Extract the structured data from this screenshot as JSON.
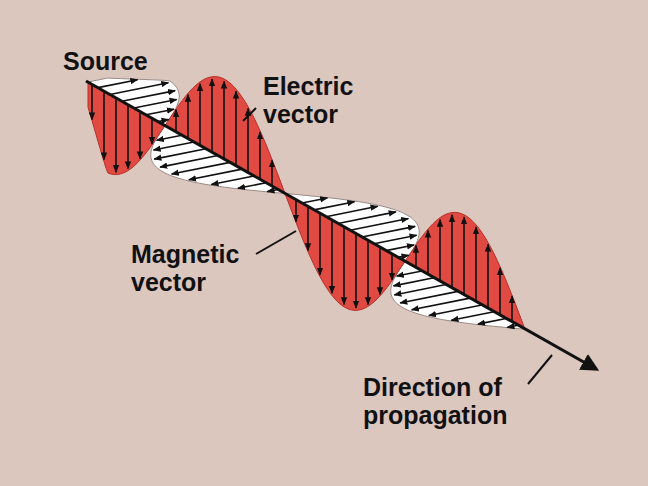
{
  "diagram": {
    "labels": [
      "Source",
      "Electric vector",
      "Magnetic vector",
      "Direction of propagation"
    ]
  }
}
